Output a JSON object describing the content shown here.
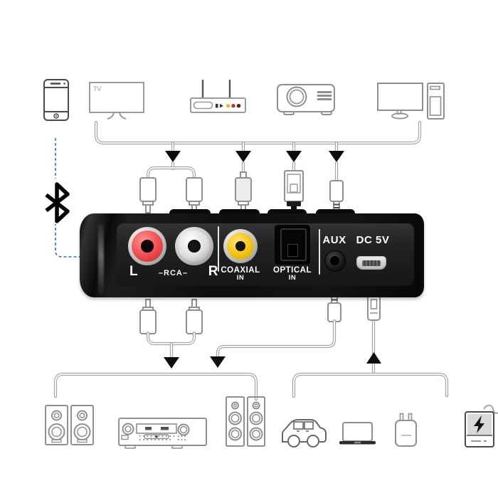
{
  "title": "Bluetooth audio receiver connection diagram",
  "colors": {
    "background": "#ffffff",
    "outline_gray": "#8f8f8f",
    "arrow_black": "#0d0d0d",
    "bluetooth_blue": "#3a6db0",
    "device_body": "#101010",
    "rca_red": "#e94b4e",
    "rca_white": "#f2f2f2",
    "rca_yellow": "#f0c01c",
    "port_silver": "#d6d6d6",
    "label_white": "#ffffff"
  },
  "top_devices": {
    "tv_label": "TV",
    "items": [
      {
        "name": "smartphone"
      },
      {
        "name": "tv"
      },
      {
        "name": "set-top-box"
      },
      {
        "name": "projector"
      },
      {
        "name": "desktop-computer"
      }
    ]
  },
  "bluetooth": {
    "symbol": "bluetooth-rune",
    "link_style": "dashed-blue-wireless"
  },
  "device": {
    "labels": {
      "rca_left": "L",
      "rca_mid": "–RCA–",
      "rca_right": "R",
      "coaxial_line1": "COAXIAL",
      "coaxial_line2": "IN",
      "optical_line1": "OPTICAL",
      "optical_line2": "IN",
      "aux": "AUX",
      "power": "DC 5V"
    },
    "ports": [
      {
        "name": "rca-left-red",
        "color": "#e94b4e"
      },
      {
        "name": "rca-right-white",
        "color": "#f2f2f2"
      },
      {
        "name": "coaxial-in-yellow",
        "color": "#f0c01c"
      },
      {
        "name": "optical-in-toslink",
        "color": "#111111"
      },
      {
        "name": "aux-3-5mm-jack",
        "color": "#111111"
      },
      {
        "name": "dc-5v-micro-usb",
        "color": "#cccccc"
      }
    ]
  },
  "cables": {
    "top": [
      "rca-stereo-pair",
      "coaxial-rca",
      "optical-toslink",
      "aux-3-5mm"
    ],
    "bottom": [
      "rca-stereo-pair",
      "aux-3-5mm",
      "micro-usb-power"
    ]
  },
  "bottom_devices": {
    "items": [
      {
        "name": "bookshelf-speakers"
      },
      {
        "name": "av-receiver"
      },
      {
        "name": "tower-speakers"
      },
      {
        "name": "car"
      },
      {
        "name": "laptop"
      },
      {
        "name": "usb-wall-charger"
      },
      {
        "name": "power-bank"
      }
    ]
  }
}
